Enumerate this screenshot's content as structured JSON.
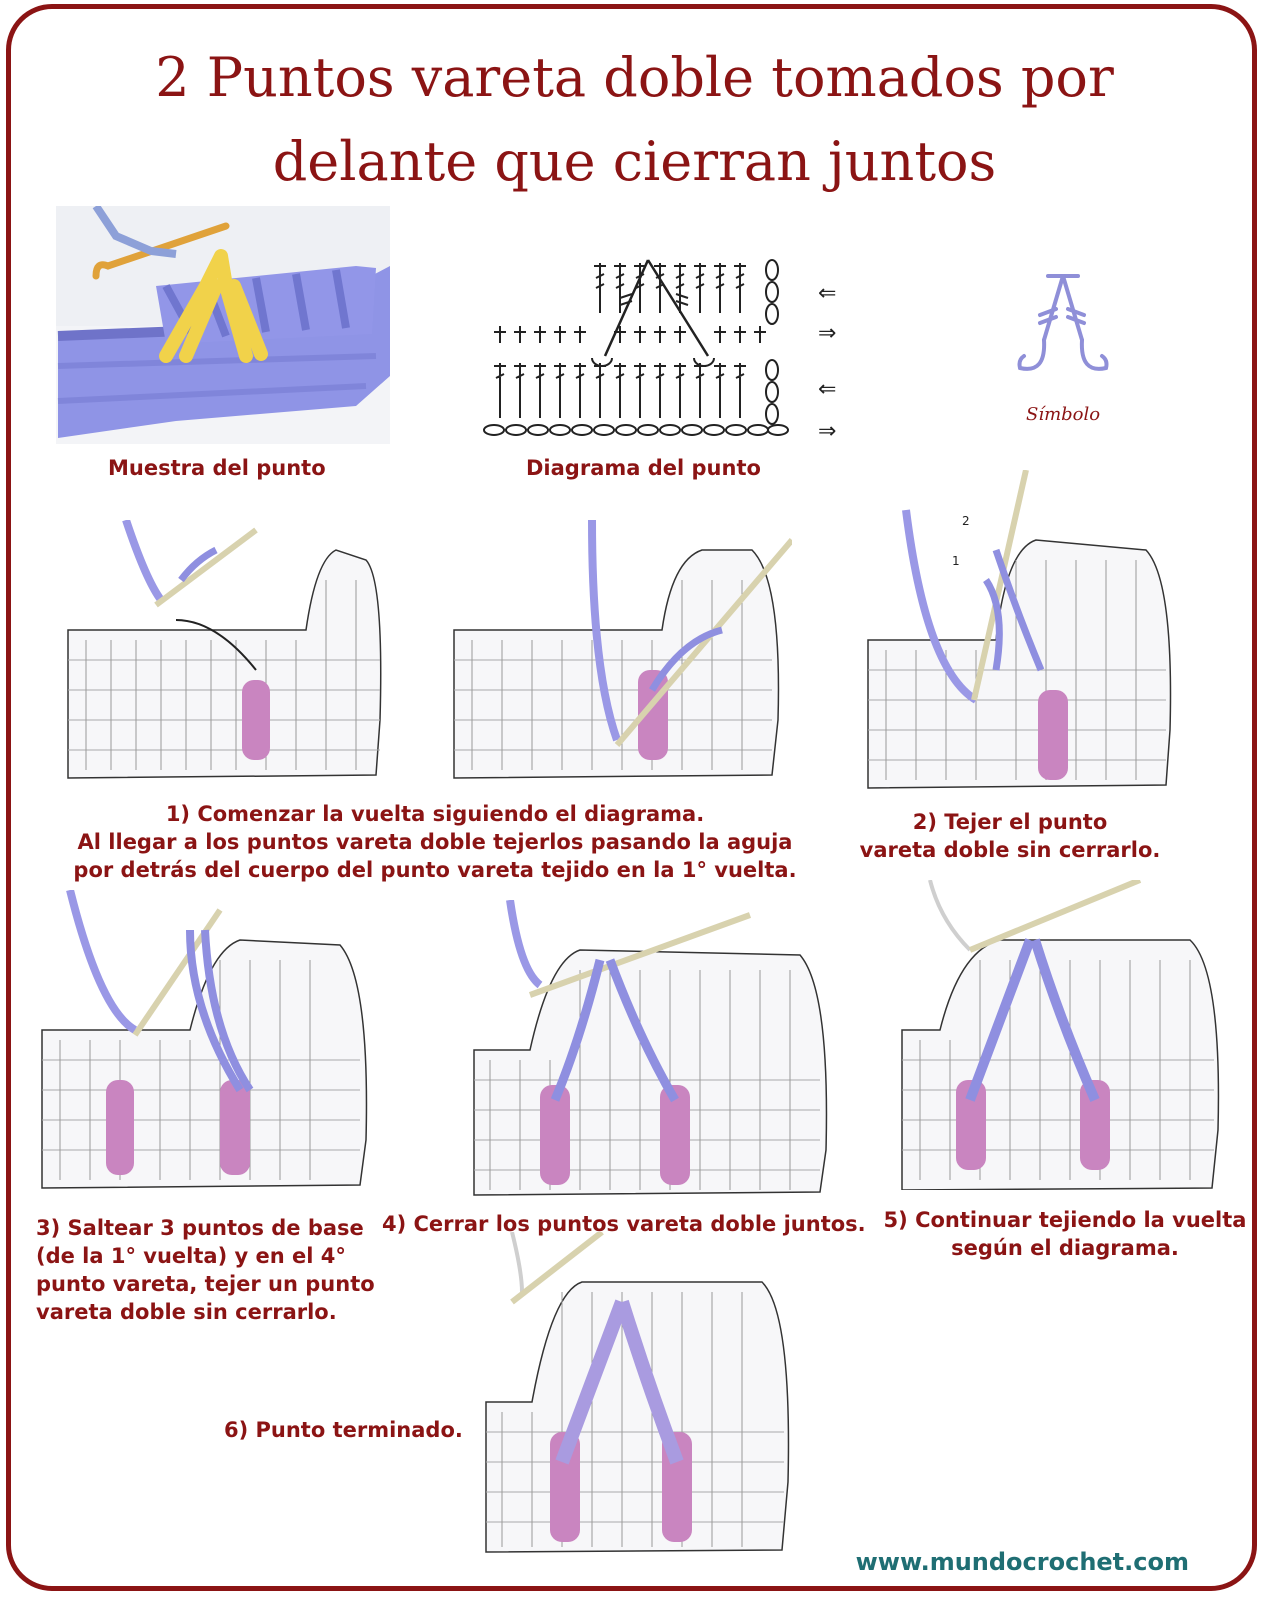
{
  "title": {
    "line1": "2 Puntos vareta doble tomados por",
    "line2": "delante que cierran juntos"
  },
  "top_labels": {
    "sample": "Muestra del punto",
    "diagram": "Diagrama del punto",
    "symbol": "Símbolo"
  },
  "steps": [
    {
      "line1": "1) Comenzar la vuelta siguiendo el diagrama.",
      "line2": "Al llegar a los puntos vareta doble tejerlos pasando la aguja",
      "line3": "por detrás del cuerpo del punto vareta tejido en la 1° vuelta."
    },
    {
      "line1": "2) Tejer el punto",
      "line2": "vareta doble sin cerrarlo."
    },
    {
      "line1": "3) Saltear 3 puntos de base",
      "line2": "(de la 1° vuelta)  y en el 4°",
      "line3": "punto vareta, tejer un punto",
      "line4": "vareta  doble sin cerrarlo."
    },
    {
      "line1": "4) Cerrar los puntos vareta doble juntos."
    },
    {
      "line1": "5) Continuar tejiendo la vuelta",
      "line2": "según el diagrama."
    },
    {
      "line1": "6) Punto terminado."
    }
  ],
  "footer": {
    "url": "www.mundocrochet.com"
  },
  "colors": {
    "accent": "#8b1414",
    "url": "#1f6e73",
    "yarn_blue": "#8d8de8",
    "yarn_lilac": "#a99be0",
    "stitch_pink": "#c985c0",
    "sample_yellow": "#f4d542"
  }
}
